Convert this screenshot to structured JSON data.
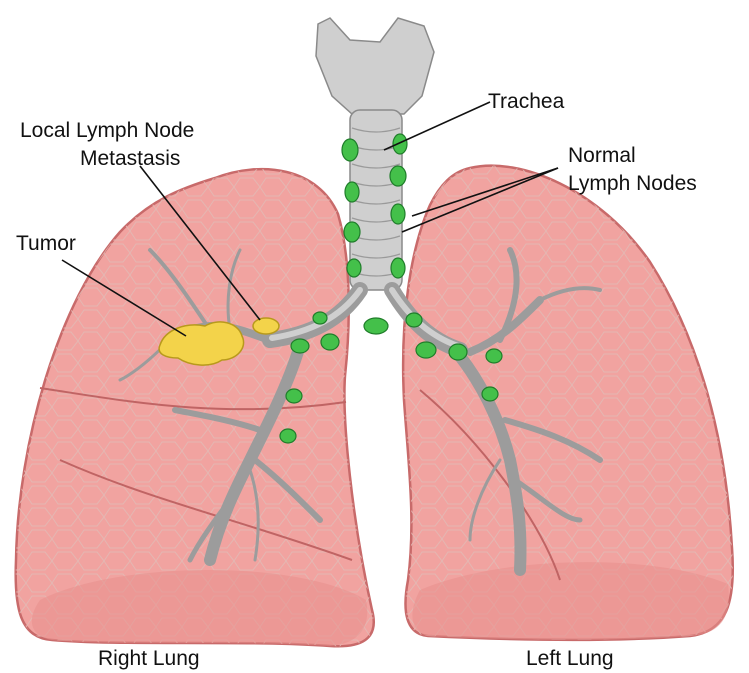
{
  "labels": {
    "trachea": "Trachea",
    "local_node_line1": "Local Lymph Node",
    "local_node_line2": "Metastasis",
    "normal_nodes_line1": "Normal",
    "normal_nodes_line2": "Lymph Nodes",
    "tumor": "Tumor",
    "right_lung": "Right Lung",
    "left_lung": "Left Lung"
  },
  "colors": {
    "lung": "#f1a3a0",
    "lymph_node": "#44c04a",
    "tumor": "#f3d34a",
    "airway": "#cfcfcf"
  }
}
